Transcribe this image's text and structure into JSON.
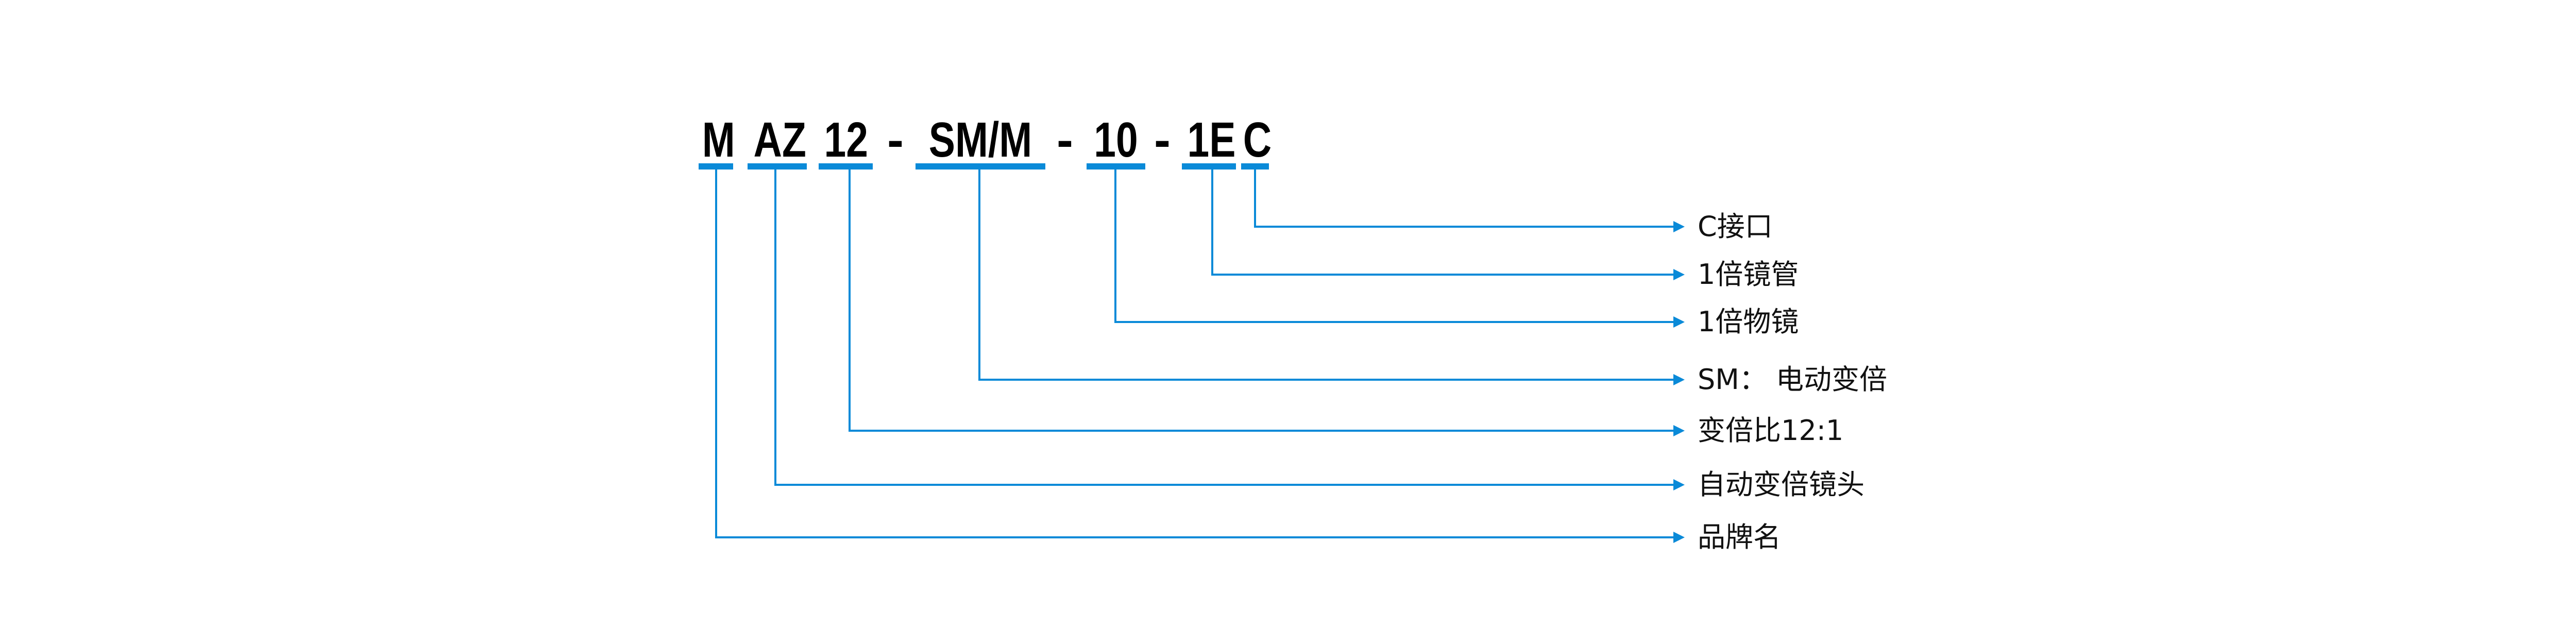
{
  "accent_color": "#0a8ad8",
  "code_segments": [
    {
      "text": "M",
      "label": "品牌名"
    },
    {
      "text": "AZ",
      "label": "自动变倍镜头"
    },
    {
      "text": "12",
      "label": "变倍比12:1"
    },
    {
      "text": "SM/M",
      "label": "SM：  电动变倍"
    },
    {
      "text": "10",
      "label": "1倍物镜"
    },
    {
      "text": "1E",
      "label": "1倍镜管"
    },
    {
      "text": "C",
      "label": "C接口"
    }
  ],
  "separator": "-"
}
